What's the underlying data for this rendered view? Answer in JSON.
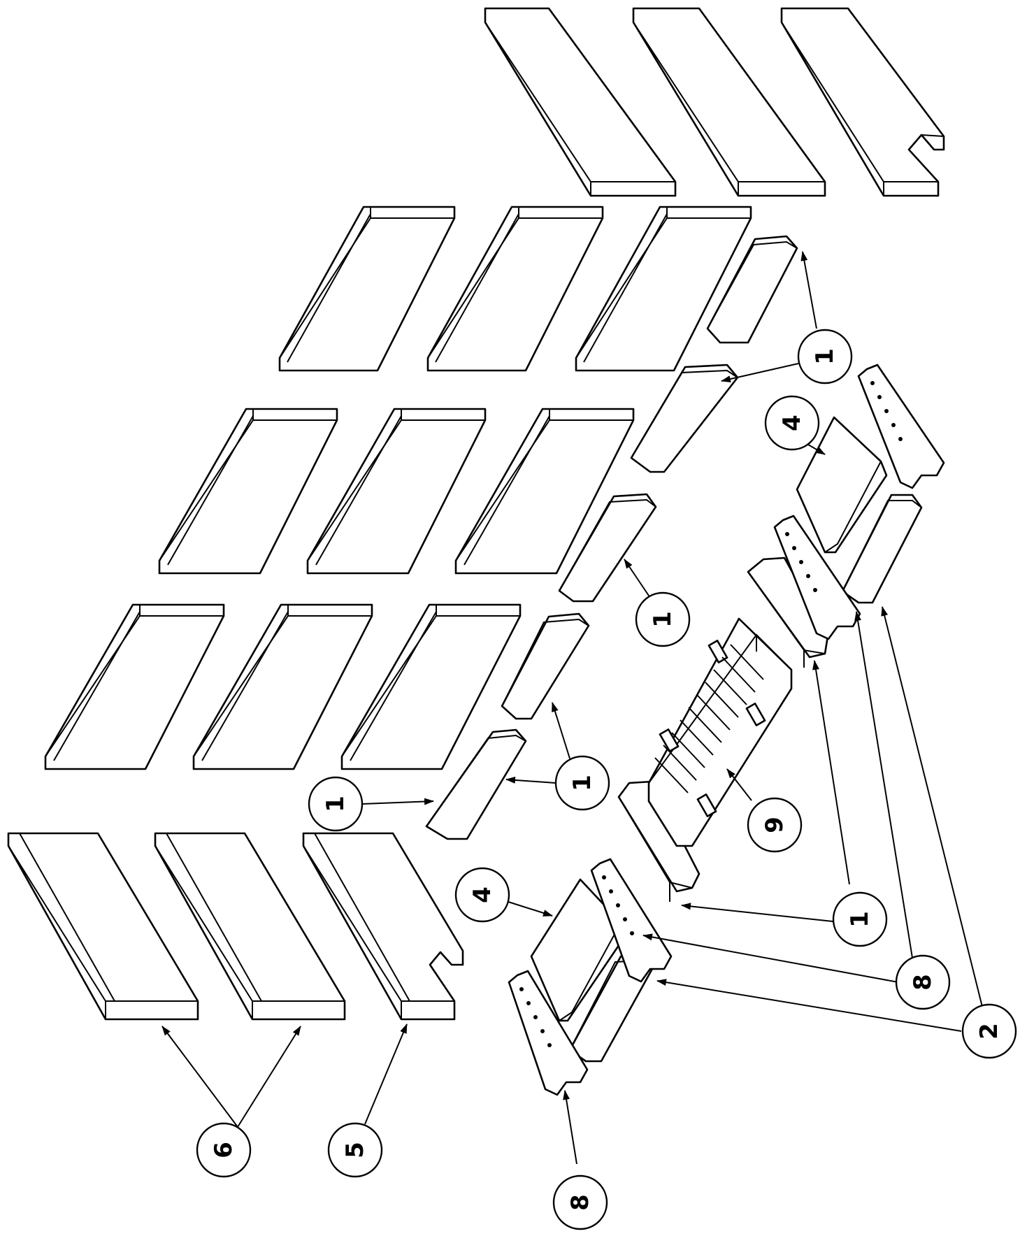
{
  "callouts": [
    {
      "label": "1"
    },
    {
      "label": "1"
    },
    {
      "label": "1"
    },
    {
      "label": "1"
    },
    {
      "label": "1"
    },
    {
      "label": "2"
    },
    {
      "label": "4"
    },
    {
      "label": "4"
    },
    {
      "label": "5"
    },
    {
      "label": "6"
    },
    {
      "label": "8"
    },
    {
      "label": "8"
    },
    {
      "label": "9"
    }
  ]
}
